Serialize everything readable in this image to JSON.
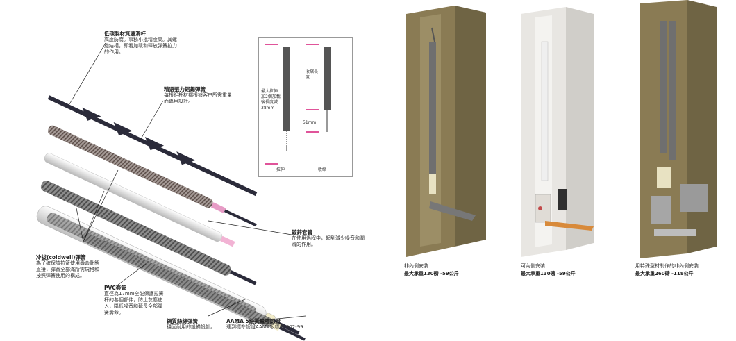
{
  "left": {
    "callout_top": {
      "title": "低碳製材質連滑杆",
      "body": "高度防腐。事務小批精度高。其螺旋結構，即看加載和釋放彈簧拉力的作用。"
    },
    "callout_spring": {
      "title": "精選張力鋁錫彈簧",
      "body": "每根鋁杆材都根據客户所需重量而專用設計。"
    },
    "callout_guide": {
      "title": "鍍鋅套管",
      "body": "在使用過程中，起到減少噪音和潤滑的作用。"
    },
    "callout_coldwell": {
      "title": "冷拔(coldwell)彈簧",
      "body": "為了確保該拉簧使用壽命動態直接，彈簧全部滿所需規格和按照彈簧使用的構成。"
    },
    "callout_pvc": {
      "title": "PVC套管",
      "body": "直徑為17mm全能保護拉簧杆的各個部件，防止灰塵進入，降低噪音和延長全部彈簧壽命。"
    },
    "callout_steel": {
      "title": "鋼質絲絲彈簧",
      "body": "穩固耐用的設備設計。"
    },
    "callout_aama": {
      "title": "AAMA 5級質量標認證",
      "body": "達到標準認證AAMA板標準 902-99"
    },
    "inset": {
      "label_max": "最大拉伸",
      "label_extended_note": "加2個加載後長度減",
      "label_len": "38mm",
      "label_short": "收縮長度",
      "label_51": "51mm",
      "label_pull": "拉伸",
      "label_retract": "收缩"
    }
  },
  "right": {
    "captions": [
      {
        "line1": "非內側安裝",
        "line2": "最大承重130磅 -59公斤"
      },
      {
        "line1": "可內側安裝",
        "line2": "最大承重130磅 -59公斤"
      },
      {
        "line1": "用特殊型材制作的非內側安裝",
        "line2": "最大承重260磅 -118公斤"
      }
    ]
  },
  "colors": {
    "frame_olive": "#8a7b54",
    "frame_white": "#e8e6e2",
    "rod_gray": "#6f6f6f",
    "accent_pink": "#e0549a",
    "accent_orange": "#d88a3a"
  }
}
